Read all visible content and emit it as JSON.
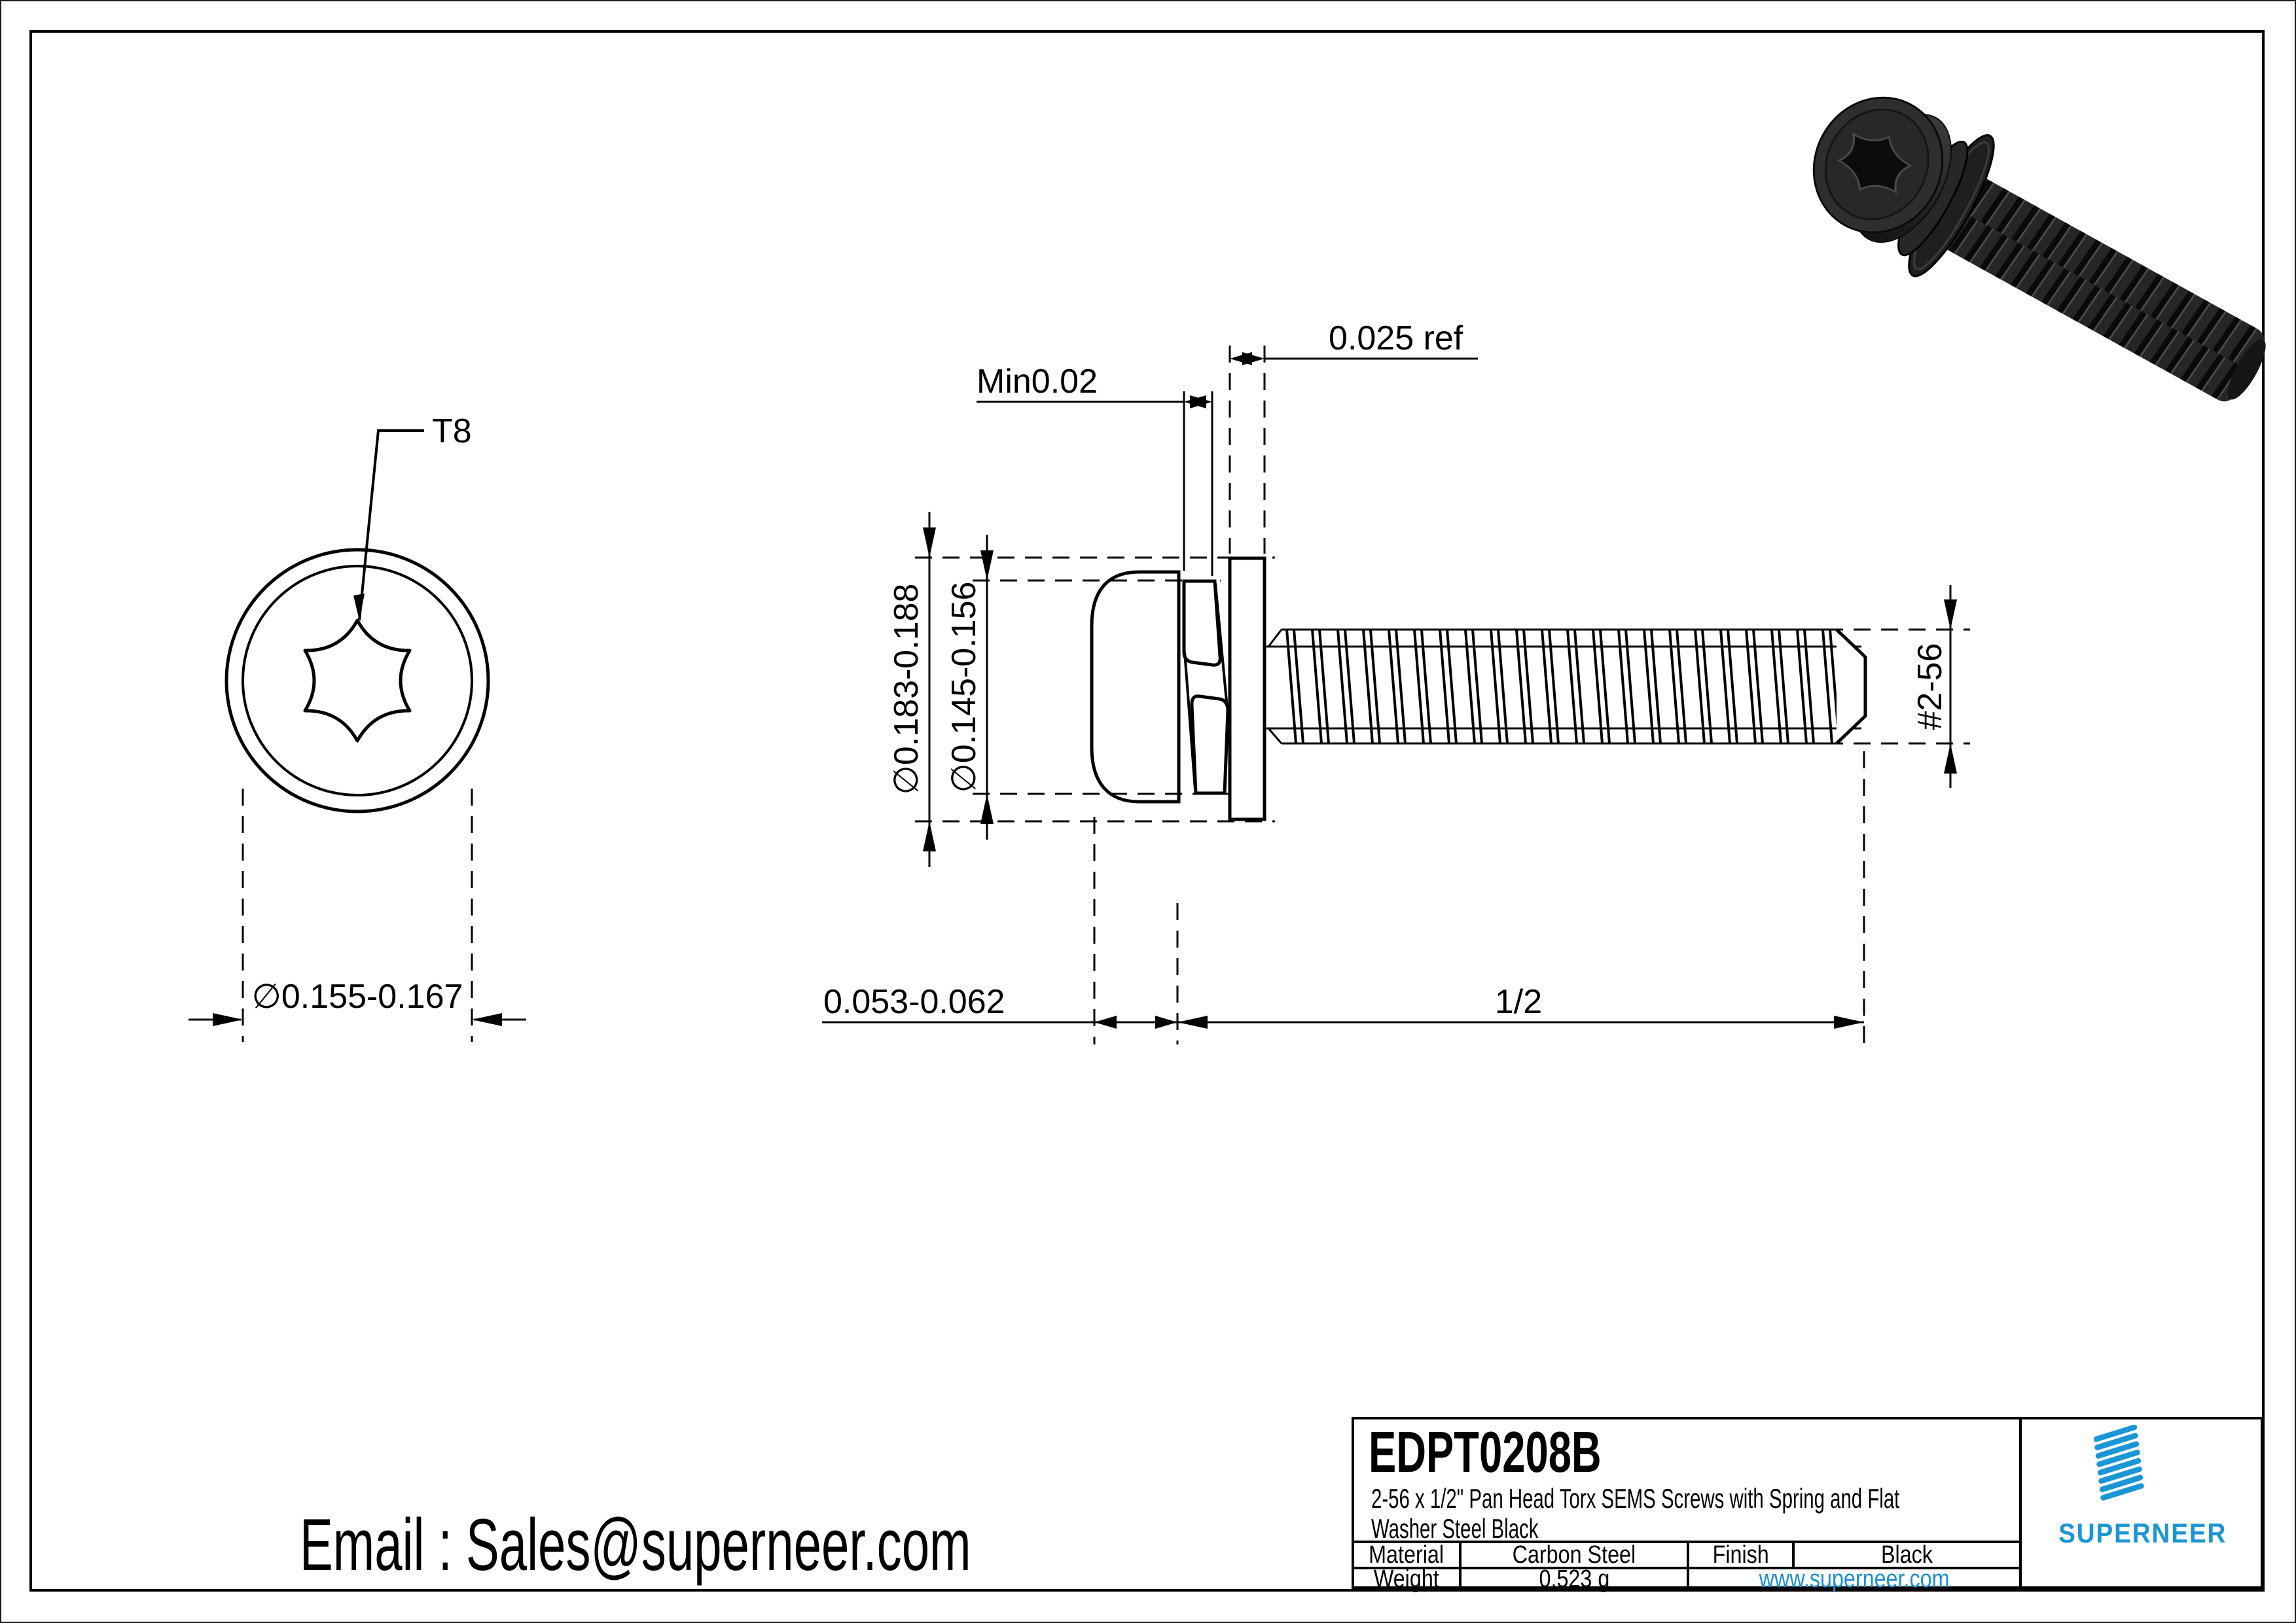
{
  "document": {
    "type": "engineering-drawing",
    "line_color": "#000000",
    "background": "#ffffff"
  },
  "labels": {
    "drive": "T8",
    "head_diameter_front": "∅0.155-0.167",
    "washer_od": "∅0.183-0.188",
    "spring_od": "∅0.145-0.156",
    "spring_min_thickness": "Min0.02",
    "washer_thickness_ref": "0.025 ref",
    "head_height": "0.053-0.062",
    "screw_length": "1/2",
    "thread_size": "#2-56"
  },
  "contact": {
    "email": "Email : Sales@superneer.com"
  },
  "title_block": {
    "part_number": "EDPT0208B",
    "description_line1": "2-56 x 1/2\" Pan Head Torx SEMS Screws with Spring and Flat",
    "description_line2": "Washer Steel Black",
    "material_label": "Material",
    "material_value": "Carbon Steel",
    "finish_label": "Finish",
    "finish_value": "Black",
    "weight_label": "Weight",
    "weight_value": "0.523 g",
    "website": "www.superneer.com"
  },
  "brand": {
    "name": "SUPERNEER",
    "logo_mark": "diagonal-stripes-icon",
    "logo_color": "#1a96d5",
    "link_color": "#1b8fd6"
  },
  "render": {
    "description": "3d-black-pan-head-torx-sems-screw",
    "body_color": "#262626"
  }
}
